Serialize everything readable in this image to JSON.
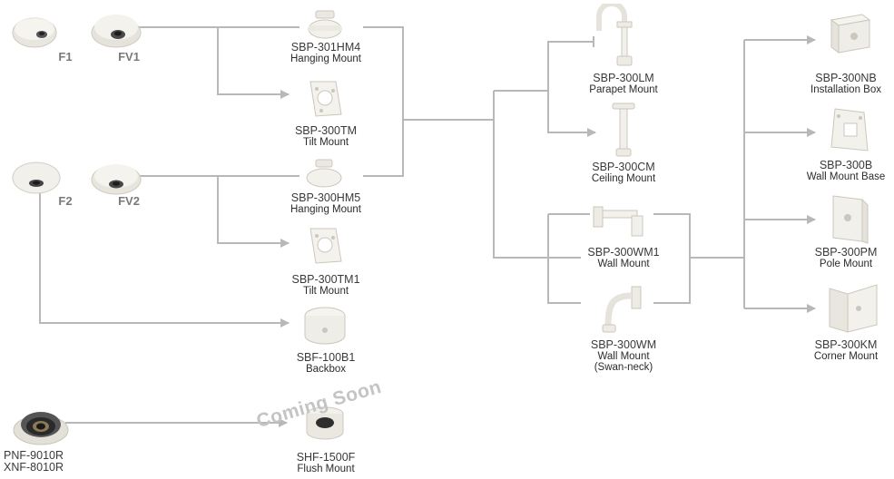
{
  "cameras": {
    "f1": "F1",
    "fv1": "FV1",
    "f2": "F2",
    "fv2": "FV2",
    "pnf": "PNF-9010R",
    "xnf": "XNF-8010R"
  },
  "products": {
    "sbp301hm4": {
      "code": "SBP-301HM4",
      "desc": "Hanging Mount"
    },
    "sbp300tm": {
      "code": "SBP-300TM",
      "desc": "Tilt Mount"
    },
    "sbp300hm5": {
      "code": "SBP-300HM5",
      "desc": "Hanging Mount"
    },
    "sbp300tm1": {
      "code": "SBP-300TM1",
      "desc": "Tilt Mount"
    },
    "sbf100b1": {
      "code": "SBF-100B1",
      "desc": "Backbox"
    },
    "shf1500f": {
      "code": "SHF-1500F",
      "desc": "Flush Mount"
    },
    "sbp300lm": {
      "code": "SBP-300LM",
      "desc": "Parapet Mount"
    },
    "sbp300cm": {
      "code": "SBP-300CM",
      "desc": "Ceiling Mount"
    },
    "sbp300wm1": {
      "code": "SBP-300WM1",
      "desc": "Wall Mount"
    },
    "sbp300wm": {
      "code": "SBP-300WM",
      "desc": "Wall Mount",
      "desc2": "(Swan-neck)"
    },
    "sbp300nb": {
      "code": "SBP-300NB",
      "desc": "Installation Box"
    },
    "sbp300b": {
      "code": "SBP-300B",
      "desc": "Wall Mount Base"
    },
    "sbp300pm": {
      "code": "SBP-300PM",
      "desc": "Pole Mount"
    },
    "sbp300km": {
      "code": "SBP-300KM",
      "desc": "Corner Mount"
    }
  },
  "watermark": "Coming Soon"
}
